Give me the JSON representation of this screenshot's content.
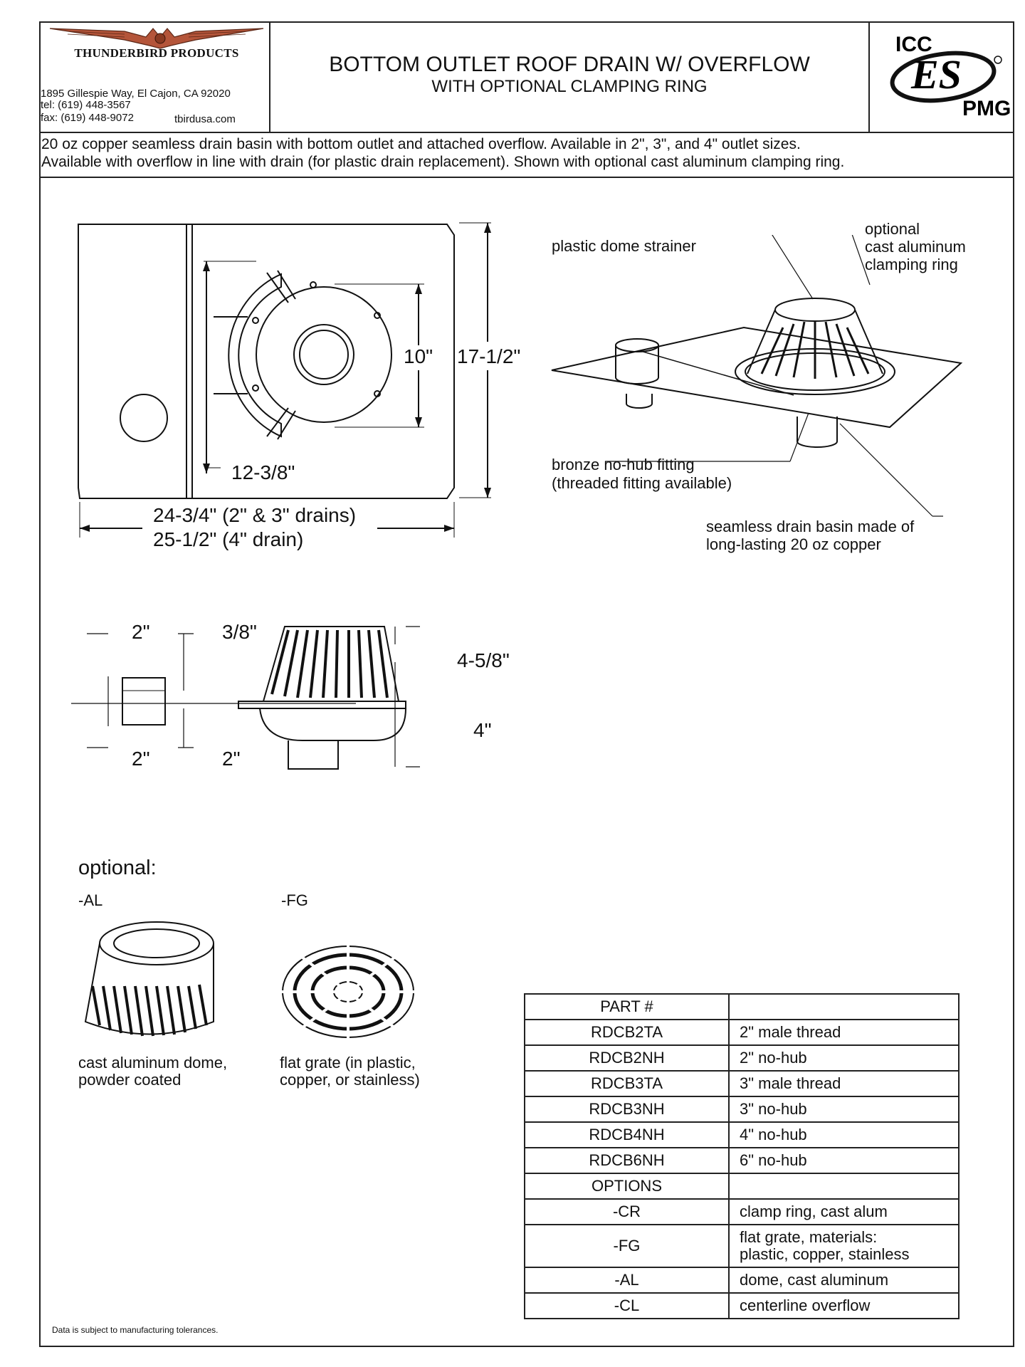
{
  "header": {
    "company": "THUNDERBIRD PRODUCTS",
    "address": "1895 Gillespie Way,  El Cajon,  CA 92020",
    "tel": "tel:  (619) 448-3567",
    "fax": "fax: (619) 448-9072",
    "website": "tbirdusa.com",
    "title": "BOTTOM OUTLET ROOF DRAIN W/ OVERFLOW",
    "subtitle": "WITH OPTIONAL CLAMPING RING",
    "cert_icc": "ICC",
    "cert_es": "ES",
    "cert_pmg": "PMG"
  },
  "description": {
    "line1": "20 oz copper seamless drain basin with bottom outlet and attached overflow. Available in 2\", 3\", and 4\" outlet sizes.",
    "line2": "Available with overflow in line with drain (for plastic drain replacement). Shown with optional cast aluminum clamping ring."
  },
  "plan_view": {
    "dim_10": "10\"",
    "dim_17_5": "17-1/2\"",
    "dim_12_375": "12-3/8\"",
    "dim_width_a": "24-3/4\" (2\" & 3\" drains)",
    "dim_width_b": "25-1/2\" (4\" drain)"
  },
  "iso_view": {
    "label_strainer": "plastic dome strainer",
    "label_ring_1": "optional",
    "label_ring_2": "cast aluminum",
    "label_ring_3": "clamping ring",
    "label_fitting_1": "bronze no-hub fitting",
    "label_fitting_2": "(threaded fitting available)",
    "label_basin_1": "seamless drain basin made of",
    "label_basin_2": "long-lasting 20 oz copper"
  },
  "section_view": {
    "dim_2_top": "2\"",
    "dim_3_8": "3/8\"",
    "dim_4_5_8": "4-5/8\"",
    "dim_4": "4\"",
    "dim_2_bottom_left": "2\"",
    "dim_2_bottom_right": "2\""
  },
  "optional": {
    "heading": "optional:",
    "al_code": "-AL",
    "fg_code": "-FG",
    "al_caption_1": "cast aluminum dome,",
    "al_caption_2": "powder coated",
    "fg_caption_1": "flat grate (in plastic,",
    "fg_caption_2": "copper, or stainless)"
  },
  "parts_table": {
    "header_part": "PART #",
    "header_desc": "",
    "rows": [
      {
        "part": "RDCB2TA",
        "desc": "2\" male thread"
      },
      {
        "part": "RDCB2NH",
        "desc": "2\" no-hub"
      },
      {
        "part": "RDCB3TA",
        "desc": "3\" male thread"
      },
      {
        "part": "RDCB3NH",
        "desc": "3\" no-hub"
      },
      {
        "part": "RDCB4NH",
        "desc": "4\" no-hub"
      },
      {
        "part": "RDCB6NH",
        "desc": "6\" no-hub"
      }
    ],
    "options_label": "OPTIONS",
    "options": [
      {
        "code": "-CR",
        "desc": "clamp ring, cast alum"
      },
      {
        "code": "-FG",
        "desc": "flat grate, materials:",
        "desc2": "plastic, copper, stainless"
      },
      {
        "code": "-AL",
        "desc": "dome, cast aluminum"
      },
      {
        "code": "-CL",
        "desc": "centerline overflow"
      }
    ]
  },
  "footer": {
    "note": "Data is subject to manufacturing tolerances."
  }
}
